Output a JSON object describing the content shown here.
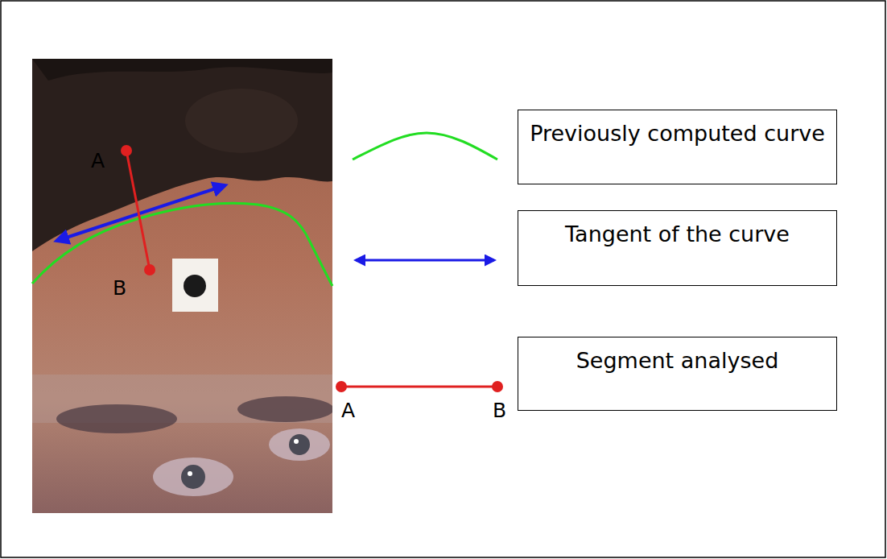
{
  "diagram": {
    "labels": [
      "A",
      "B",
      "A",
      "B"
    ],
    "legend": [
      {
        "text": "Previously computed curve"
      },
      {
        "text": "Tangent of the curve"
      },
      {
        "text": "Segment analysed"
      }
    ]
  }
}
